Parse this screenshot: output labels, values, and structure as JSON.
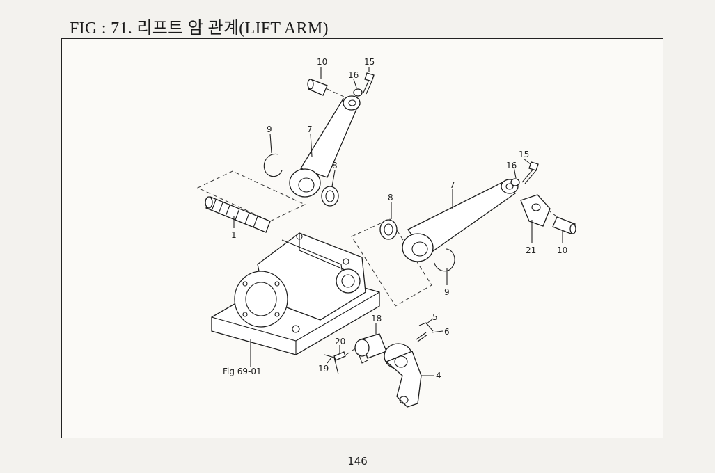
{
  "page_title": "FIG : 71. 리프트 암 관계(LIFT ARM)",
  "page_number": "146",
  "callouts": {
    "c10a": "10",
    "c15a": "15",
    "c16a": "16",
    "c9a": "9",
    "c7a": "7",
    "c8a": "8",
    "c1": "1",
    "c15b": "15",
    "c16b": "16",
    "c7b": "7",
    "c8b": "8",
    "c21": "21",
    "c10b": "10",
    "c9b": "9",
    "c18": "18",
    "c5": "5",
    "c6": "6",
    "c20": "20",
    "c19": "19",
    "c4": "4",
    "cfig": "Fig 69-01"
  }
}
